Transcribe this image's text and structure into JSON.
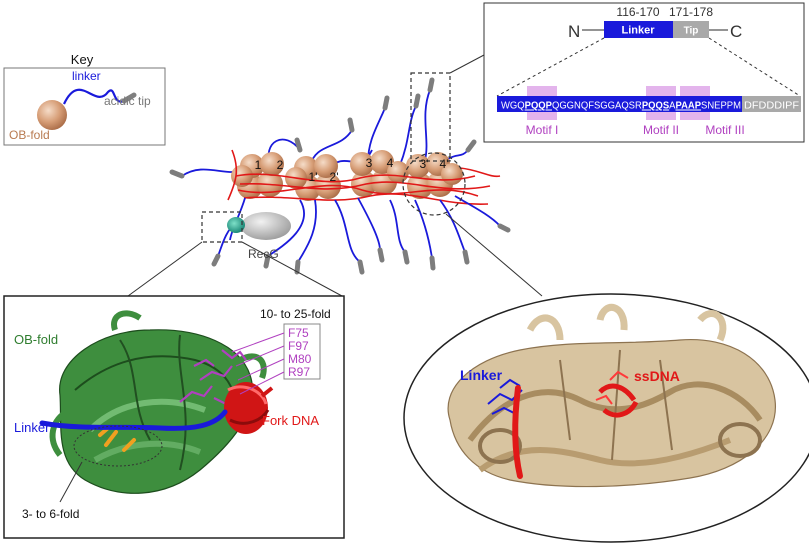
{
  "key": {
    "title": "Key",
    "linker": "linker",
    "acidic_tip": "acidic tip",
    "ob_fold": "OB-fold"
  },
  "domain_map": {
    "n_term": "N",
    "c_term": "C",
    "linker_range": "116-170",
    "tip_range": "171-178",
    "linker_label": "Linker",
    "tip_label": "Tip",
    "sequence_segments": [
      {
        "text": "WGQ",
        "bold": false
      },
      {
        "text": "PQQP",
        "bold": true
      },
      {
        "text": "QGGNQFSGGAQSR",
        "bold": false
      },
      {
        "text": "PQQS",
        "bold": true
      },
      {
        "text": "A",
        "bold": false
      },
      {
        "text": "PAAP",
        "bold": true
      },
      {
        "text": "SNEPPM",
        "bold": false
      }
    ],
    "tip_sequence": "DFDDDIPF",
    "motifs": [
      "Motif I",
      "Motif II",
      "Motif III"
    ]
  },
  "center": {
    "recg": "RecG",
    "subunit_numbers": [
      "1",
      "2",
      "1'",
      "2'",
      "3",
      "4",
      "3'",
      "4'"
    ]
  },
  "bottom_left": {
    "ob_fold": "OB-fold",
    "fold_high": "10- to 25-fold",
    "residues": [
      "F75",
      "F97",
      "M80",
      "R97"
    ],
    "fork_dna": "Fork DNA",
    "linker": "Linker",
    "fold_low": "3- to 6-fold"
  },
  "bottom_right": {
    "linker": "Linker",
    "ssdna": "ssDNA"
  },
  "colors": {
    "linker_blue": "#1a1adb",
    "tip_gray": "#a9a9a9",
    "ob_orange": "#d79e77",
    "dna_red": "#e11818",
    "green_ribbon": "#2f7d2f",
    "motif_purple": "#c055c8",
    "tan_ribbon": "#d8c4a0"
  }
}
